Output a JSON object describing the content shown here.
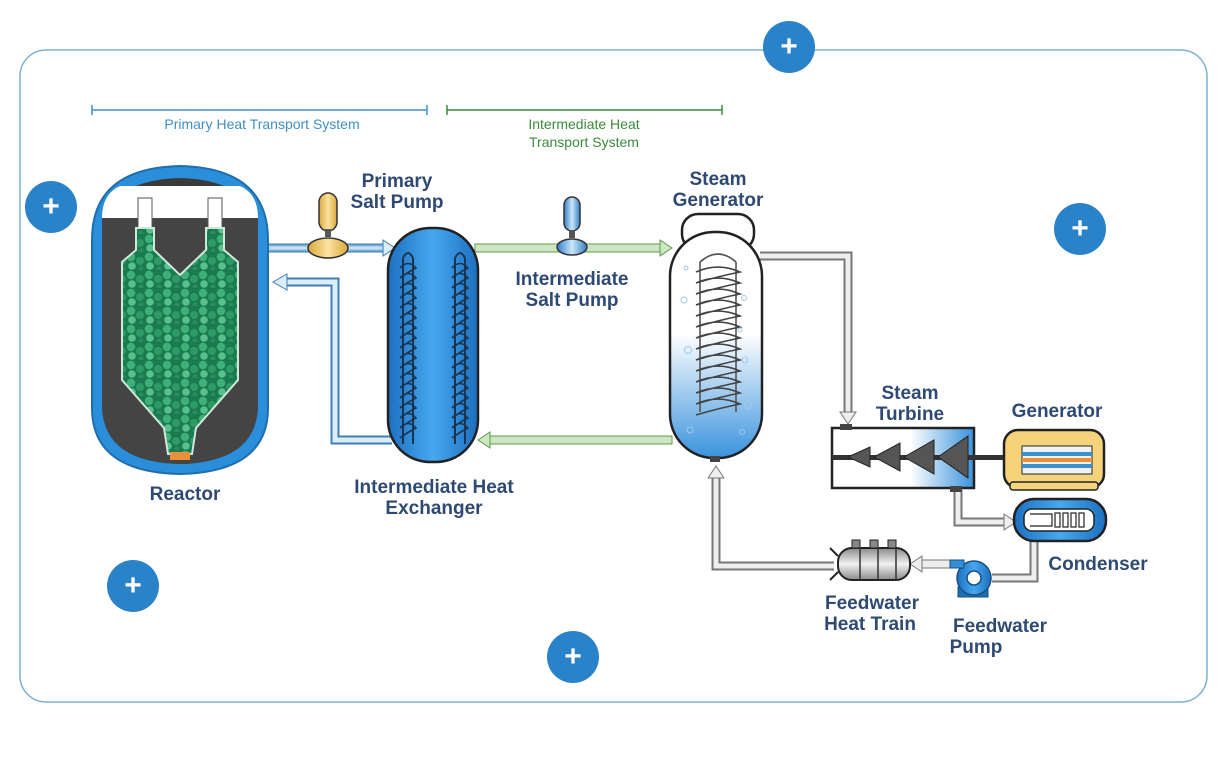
{
  "systems": {
    "primary": "Primary Heat Transport System",
    "intermediate_line1": "Intermediate Heat",
    "intermediate_line2": "Transport System"
  },
  "labels": {
    "reactor": "Reactor",
    "primary_pump_line1": "Primary",
    "primary_pump_line2": "Salt Pump",
    "ihx_line1": "Intermediate Heat",
    "ihx_line2": "Exchanger",
    "int_pump_line1": "Intermediate",
    "int_pump_line2": "Salt Pump",
    "steam_gen_line1": "Steam",
    "steam_gen_line2": "Generator",
    "turbine_line1": "Steam",
    "turbine_line2": "Turbine",
    "generator": "Generator",
    "condenser": "Condenser",
    "fw_heat_line1": "Feedwater",
    "fw_heat_line2": "Heat Train",
    "fw_pump_line1": "Feedwater",
    "fw_pump_line2": "Pump"
  },
  "hotspots": [
    {
      "name": "hotspot-top",
      "symbol": "+"
    },
    {
      "name": "hotspot-reactor",
      "symbol": "+"
    },
    {
      "name": "hotspot-right",
      "symbol": "+"
    },
    {
      "name": "hotspot-bottom-left",
      "symbol": "+"
    },
    {
      "name": "hotspot-bottom",
      "symbol": "+"
    }
  ],
  "colors": {
    "frame": "#7fb0cf",
    "hotspot": "#2a82c9",
    "primary_system": "#3f8fc7",
    "intermediate_system": "#3c8a3c",
    "label": "#2e4a73",
    "pebbles": "#1e8a5a",
    "vessel_blue": "#2f8fd8",
    "generator_yellow": "#f5d37a"
  }
}
